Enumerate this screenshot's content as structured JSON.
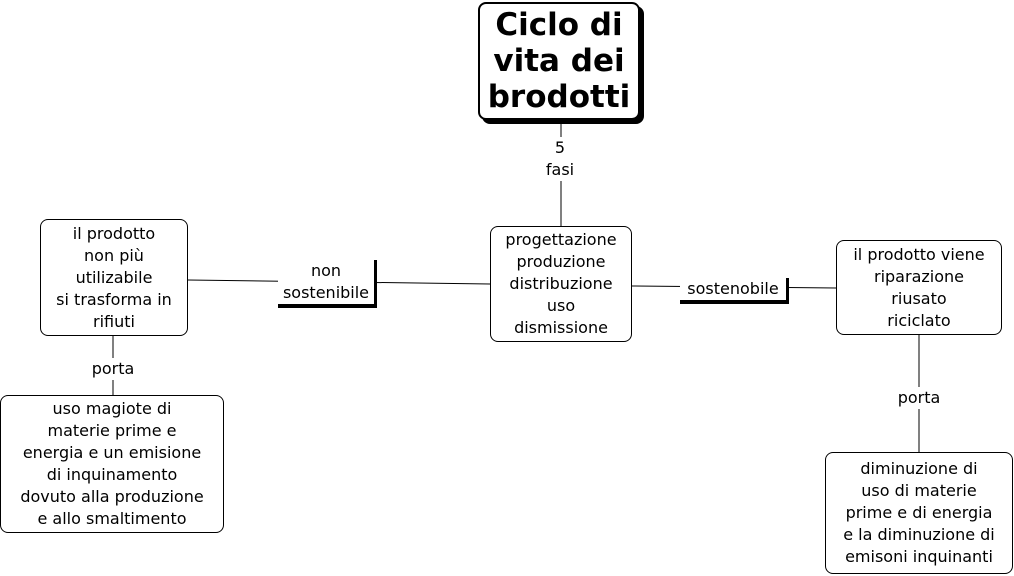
{
  "title": "Ciclo di\nvita dei\nbrodotti",
  "nodes": {
    "phases": "progettazione\nproduzione\ndistribuzione\nuso\ndismissione",
    "unusable": "il prodotto\nnon più\nutilizabile\nsi trasforma in\nrifiuti",
    "repaired": "il prodotto viene\nriparazione\nriusato\nriciclato",
    "raw_materials": "uso magiote di\nmaterie prime e\nenergia e un emisione\ndi inquinamento\ndovuto alla produzione\ne allo smaltimento",
    "reduction": "diminuzione di\nuso di materie\nprime e di energia\ne la diminuzione di\nemisoni inquinanti"
  },
  "links": {
    "five_phases": "5\nfasi",
    "unsustainable": "non\nsostenibile",
    "sustainable": "sostenobile",
    "leads_left": "porta",
    "leads_right": "porta"
  }
}
